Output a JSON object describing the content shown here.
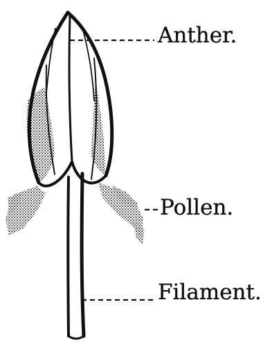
{
  "labels": {
    "anther": "Anther.",
    "pollen": "Pollen.",
    "filament": "Filament."
  },
  "colors": {
    "ink": "#111111",
    "paper": "#ffffff"
  }
}
